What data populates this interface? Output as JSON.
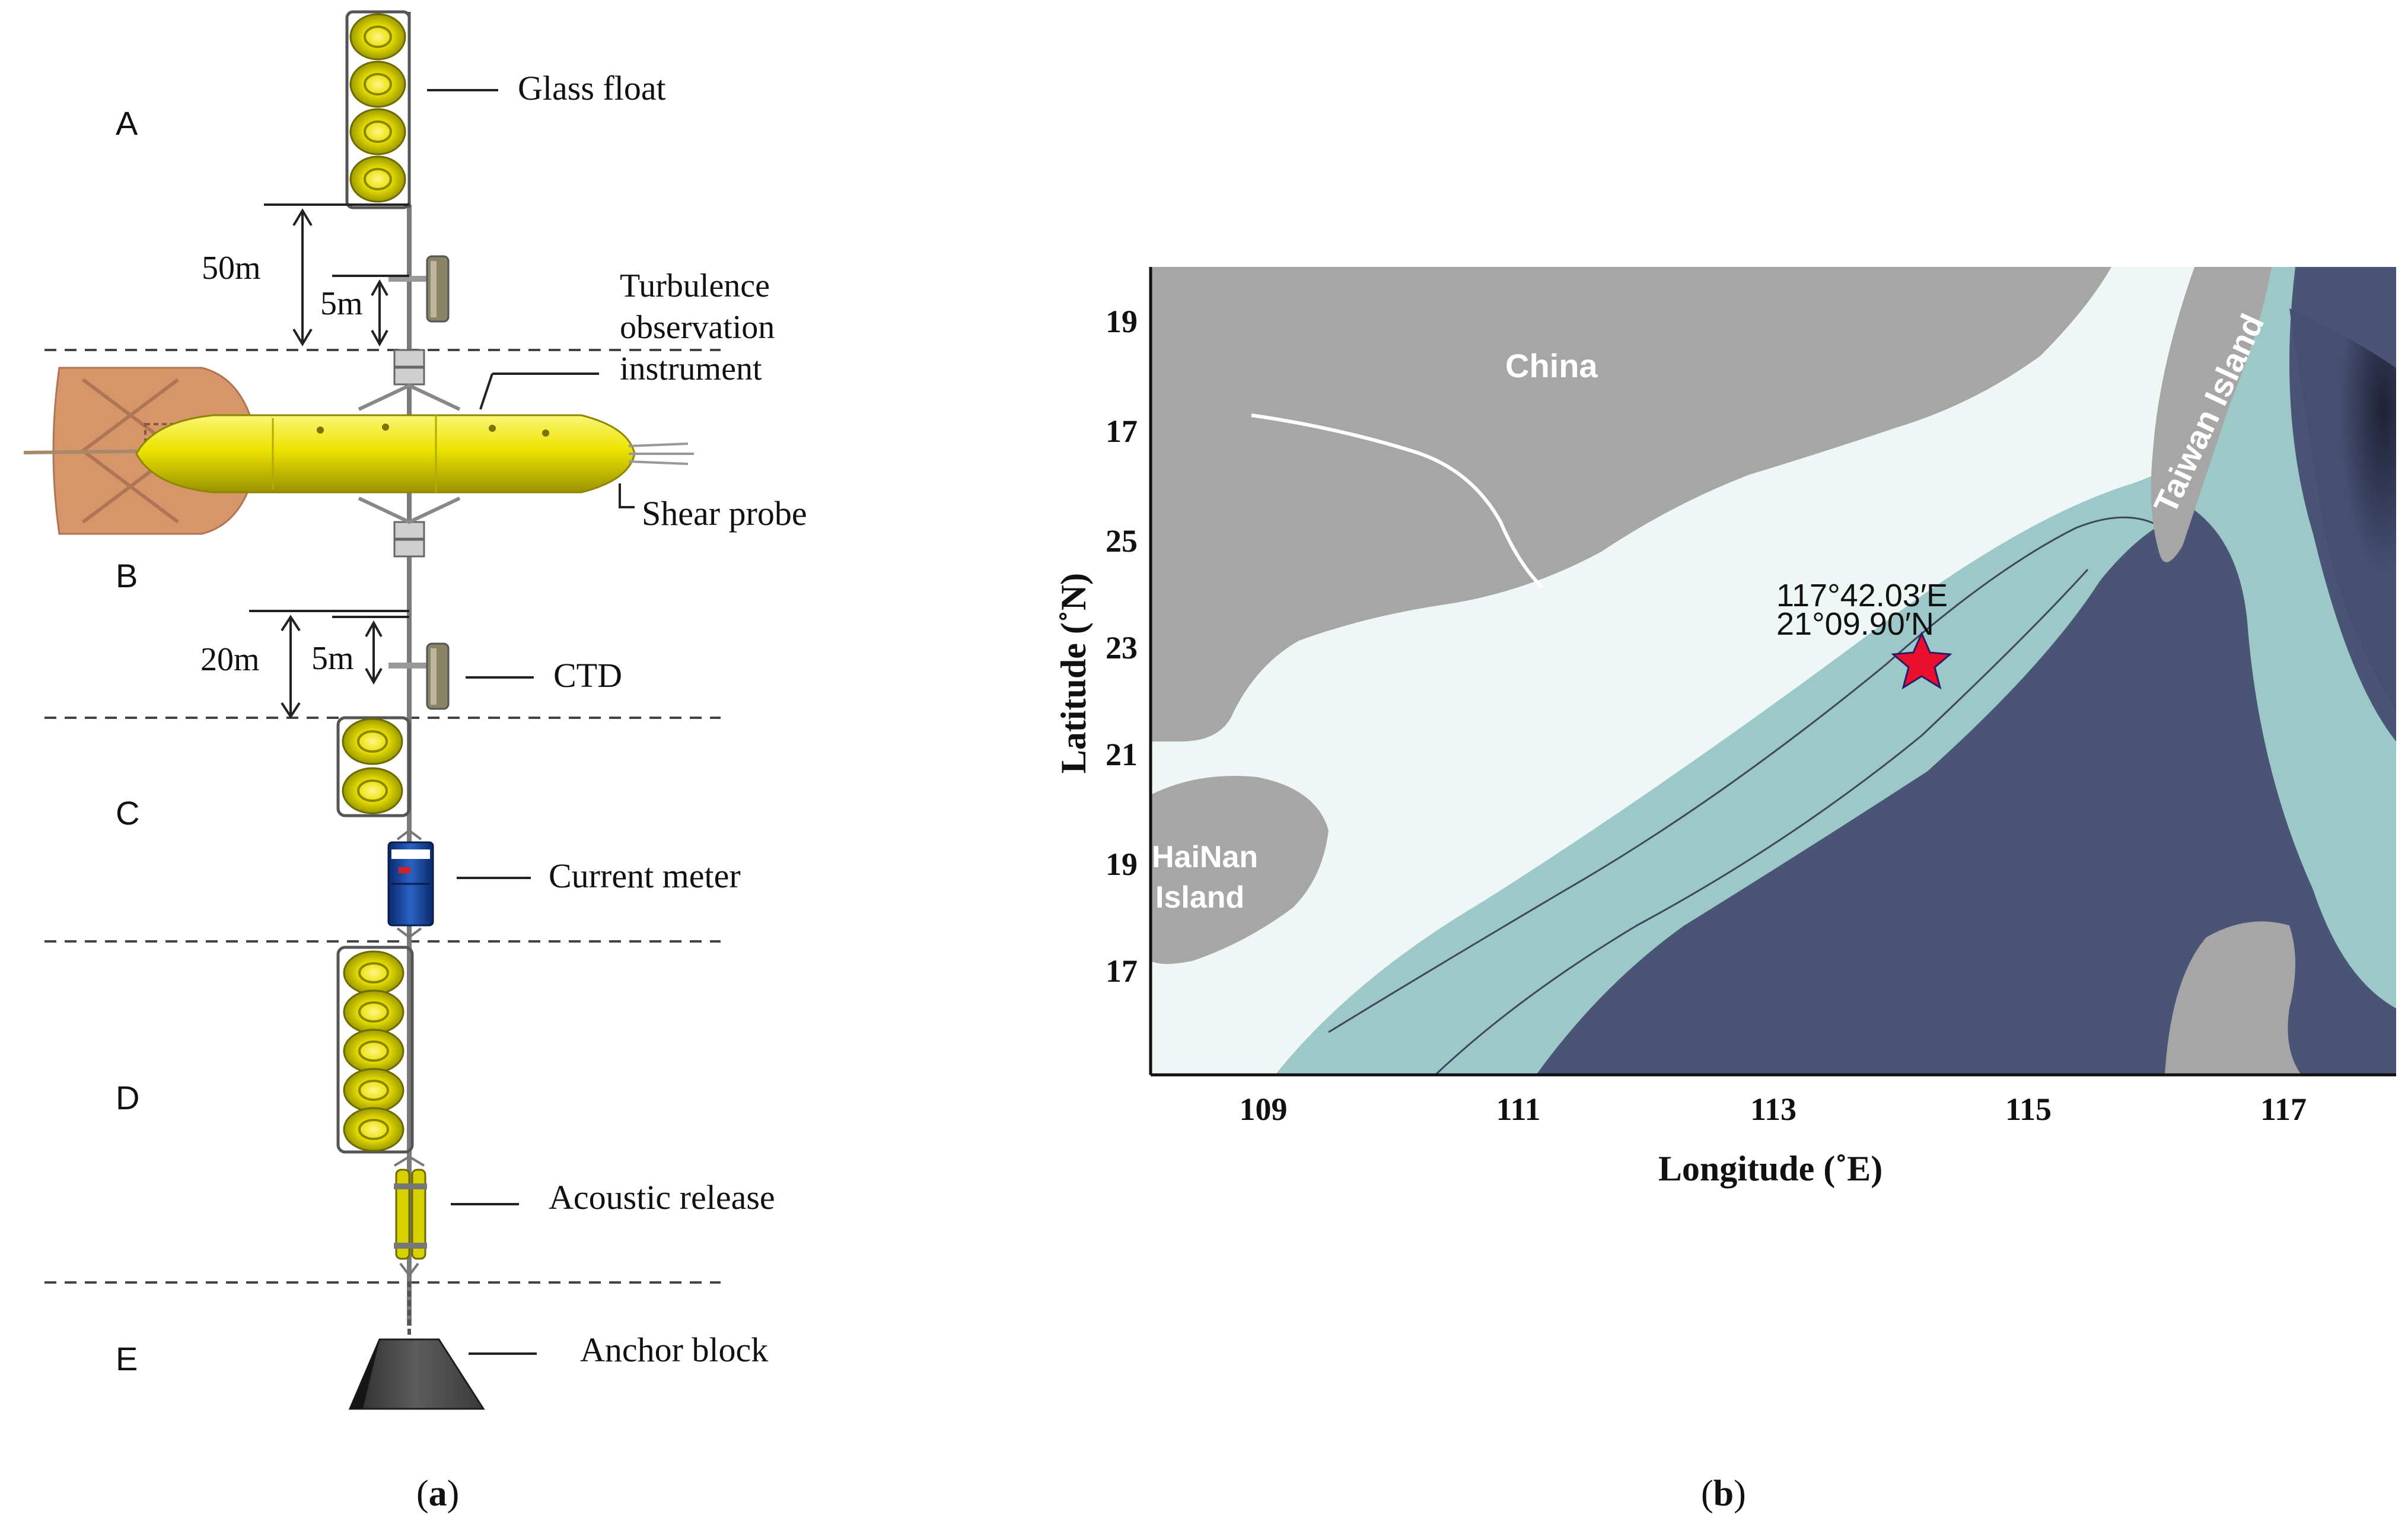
{
  "panel_a": {
    "section_labels": [
      "A",
      "B",
      "C",
      "D",
      "E"
    ],
    "components": {
      "glass_float": "Glass float",
      "turbulence_line1": "Turbulence",
      "turbulence_line2": "observation",
      "turbulence_line3": "instrument",
      "shear_probe": "Shear probe",
      "ctd": "CTD",
      "current_meter": "Current meter",
      "acoustic_release": "Acoustic release",
      "anchor_block": "Anchor block"
    },
    "dimensions": {
      "d50": "50m",
      "d5_upper": "5m",
      "d20": "20m",
      "d5_lower": "5m"
    },
    "caption_open": "(",
    "caption_letter": "a",
    "caption_close": ")"
  },
  "panel_b": {
    "land_labels": {
      "china": "China",
      "taiwan": "Taiwan Island",
      "hainan_line1": "HaiNan",
      "hainan_line2": "Island"
    },
    "station": {
      "lon_text": "117°42.03′E",
      "lat_text": "21°09.90′N",
      "marker_color": "#e8102a"
    },
    "y_tick_labels": [
      "19",
      "17",
      "25",
      "23",
      "21",
      "19",
      "17"
    ],
    "x_tick_labels": [
      "109",
      "111",
      "113",
      "115",
      "117"
    ],
    "x_axis_label": "Longitude (˚E)",
    "y_axis_label": "Latitude (˚N)",
    "caption_open": "(",
    "caption_letter": "b",
    "caption_close": ")",
    "colors": {
      "land": "#a6a6a6",
      "shelf": "#eef6f6",
      "slope": "#9cc8c8",
      "deep": "#4a5476",
      "abyss": "#2d3452"
    }
  }
}
